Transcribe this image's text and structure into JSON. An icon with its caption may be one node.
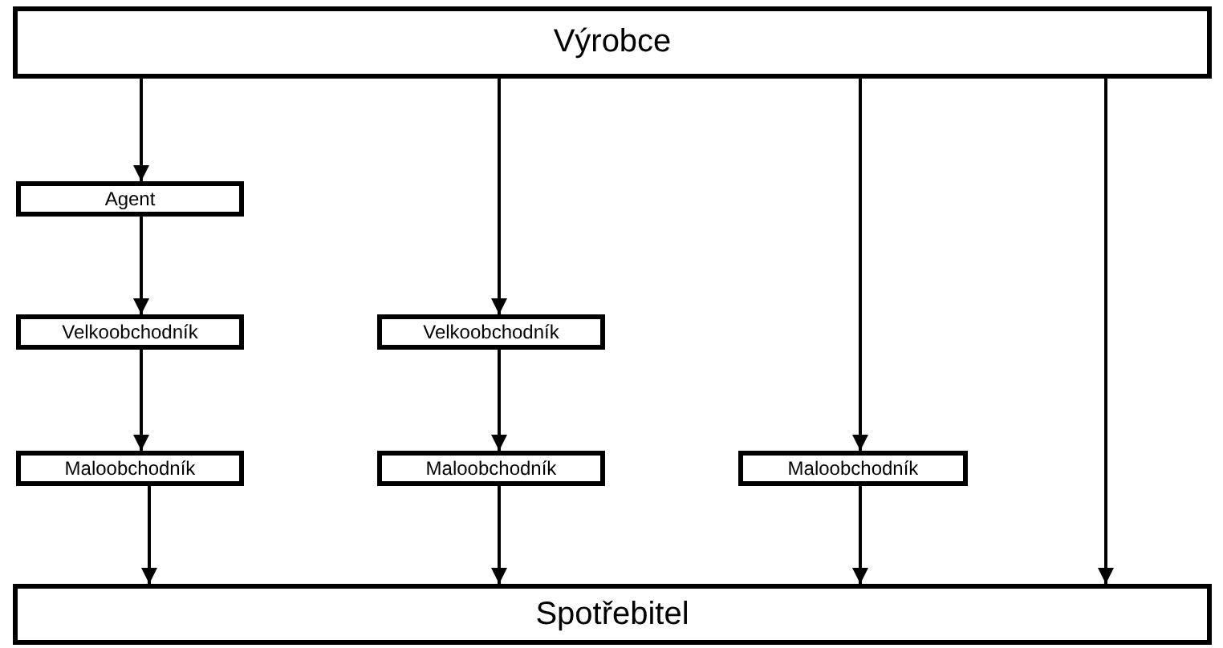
{
  "diagram": {
    "nodes": [
      {
        "text": [
          "Výrobce"
        ]
      },
      {
        "text": [
          "Agent"
        ]
      },
      {
        "text": [
          "Velkoobchodník"
        ]
      },
      {
        "text": [
          "Velkoobchodník"
        ]
      },
      {
        "text": [
          "Maloobchodník"
        ]
      },
      {
        "text": [
          "Maloobchodník"
        ]
      },
      {
        "text": [
          "Maloobchodník"
        ]
      },
      {
        "text": [
          "Spotřebitel"
        ]
      }
    ],
    "edges": [
      {
        "from": 0,
        "to": 1,
        "arrow": "to"
      },
      {
        "from": 1,
        "to": 2,
        "arrow": "to"
      },
      {
        "from": 2,
        "to": 4,
        "arrow": "to"
      },
      {
        "from": 4,
        "to": 7,
        "arrow": "to"
      },
      {
        "from": 0,
        "to": 3,
        "arrow": "to"
      },
      {
        "from": 3,
        "to": 5,
        "arrow": "to"
      },
      {
        "from": 5,
        "to": 7,
        "arrow": "to"
      },
      {
        "from": 0,
        "to": 6,
        "arrow": "to"
      },
      {
        "from": 6,
        "to": 7,
        "arrow": "to"
      },
      {
        "from": 0,
        "to": 7,
        "arrow": "to"
      }
    ]
  }
}
